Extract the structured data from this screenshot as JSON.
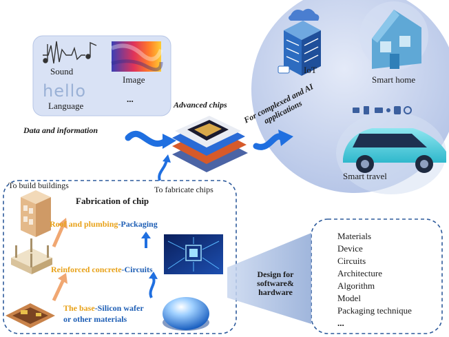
{
  "data_panel": {
    "sound": "Sound",
    "image": "Image",
    "hello": "hello",
    "language": "Language",
    "more": "..."
  },
  "flow": {
    "data_info": "Data and information",
    "advanced_chips": "Advanced chips",
    "ai_applications": "For complexed and AI applications",
    "to_fabricate": "To fabricate chips"
  },
  "applications": {
    "iot": "IoT",
    "smart_home": "Smart home",
    "smart_travel": "Smart travel"
  },
  "fabrication": {
    "to_build": "To build buildings",
    "title": "Fabrication of chip",
    "roof_a": "Roof and plumbing",
    "roof_b": "-Packaging",
    "concrete_a": "Reinforced concrete",
    "concrete_b": "-Circuits",
    "base_a": "The base",
    "base_b": "-Silicon wafer",
    "base_c": "or other materials"
  },
  "design": {
    "label_1": "Design for",
    "label_2": "software&",
    "label_3": "hardware",
    "items": [
      "Materials",
      "Device",
      "Circuits",
      "Architecture",
      "Algorithm",
      "Model",
      "Packaging technique",
      "..."
    ]
  },
  "colors": {
    "arrow_blue": "#1f6fe0",
    "arrow_orange": "#f0a772",
    "text_orange": "#e8a21a",
    "text_blue": "#1f5fb5",
    "circle": "#c7d3ee"
  }
}
